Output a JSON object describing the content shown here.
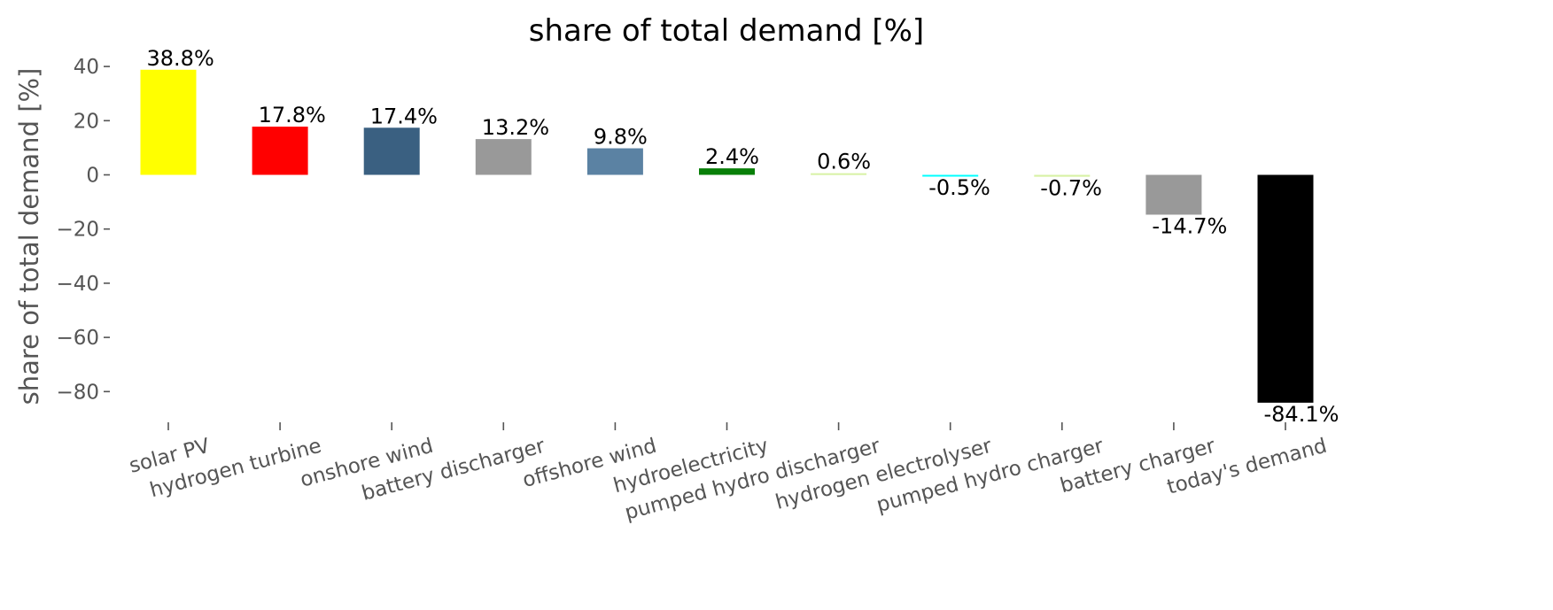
{
  "chart_data": {
    "type": "bar",
    "title": "share of total demand [%]",
    "xlabel": "",
    "ylabel": "share of total demand [%]",
    "ylim": [
      -92,
      45
    ],
    "yticks": [
      40,
      20,
      0,
      -20,
      -40,
      -60,
      -80
    ],
    "ytick_labels": [
      "40",
      "20",
      "0",
      "−20",
      "−40",
      "−60",
      "−80"
    ],
    "grid": false,
    "legend": "none",
    "x_tick_rotation_deg": 15,
    "categories": [
      "solar PV",
      "hydrogen turbine",
      "onshore wind",
      "battery discharger",
      "offshore wind",
      "hydroelectricity",
      "pumped hydro discharger",
      "hydrogen electrolyser",
      "pumped hydro charger",
      "battery charger",
      "today's demand"
    ],
    "values": [
      38.8,
      17.8,
      17.4,
      13.2,
      9.8,
      2.4,
      0.6,
      -0.5,
      -0.7,
      -14.7,
      -84.1
    ],
    "data_labels": [
      "38.8%",
      "17.8%",
      "17.4%",
      "13.2%",
      "9.8%",
      "2.4%",
      "0.6%",
      "-0.5%",
      "-0.7%",
      "-14.7%",
      "-84.1%"
    ],
    "colors": [
      "#ffff00",
      "#ff0000",
      "#3a6081",
      "#999999",
      "#5b82a3",
      "#087f08",
      "#d7f2a5",
      "#00ffff",
      "#d7f2a5",
      "#999999",
      "#000000"
    ]
  }
}
